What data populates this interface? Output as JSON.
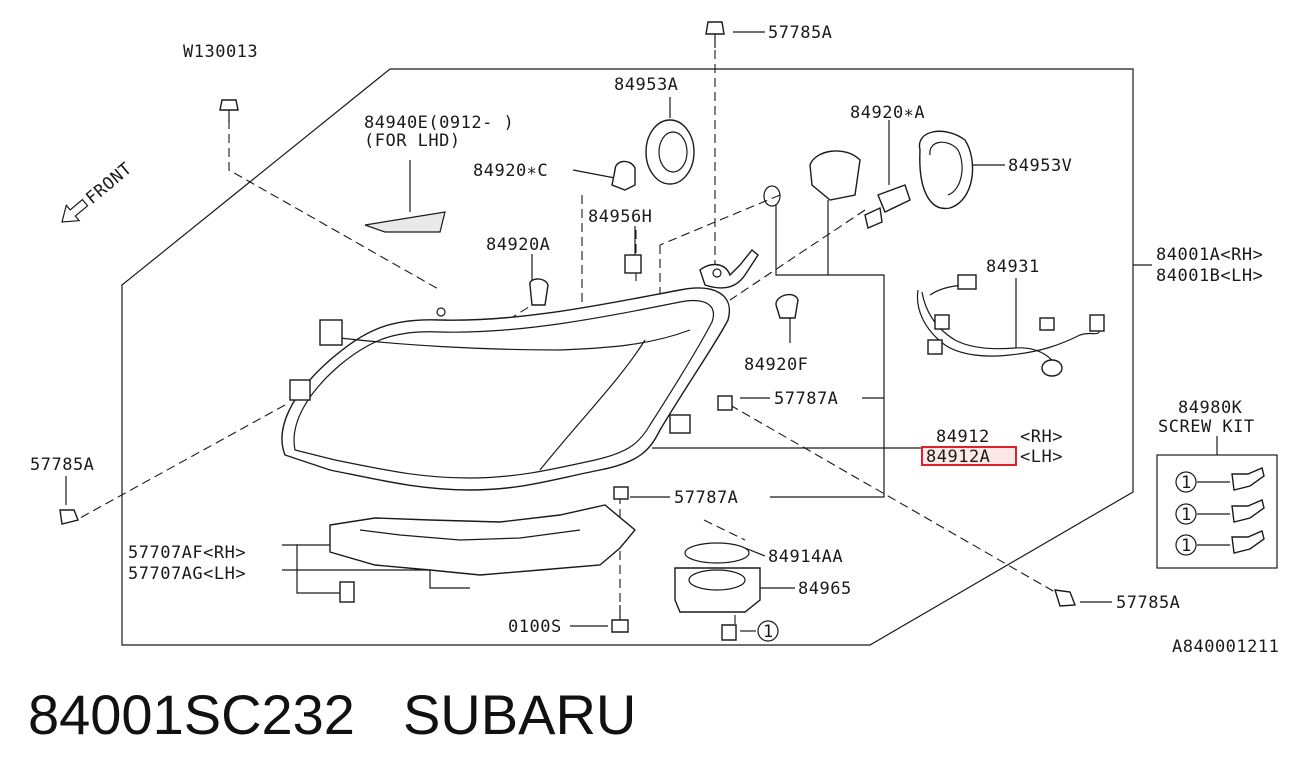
{
  "labels": {
    "w130013": "W130013",
    "c57785a_top": "57785A",
    "c84953a": "84953A",
    "c84940e_1": "84940E(0912- )",
    "c84940e_2": "(FOR LHD)",
    "c84920c": "84920∗C",
    "c84920sa": "84920∗A",
    "c84953v": "84953V",
    "c84956h": "84956H",
    "c84920a": "84920A",
    "c84001a": "84001A<RH>",
    "c84001b": "84001B<LH>",
    "c84931": "84931",
    "c84920f": "84920F",
    "c57785a_left": "57785A",
    "c57787a_1": "57787A",
    "c84912_rh_num": "84912",
    "c84912_rh_tag": "<RH>",
    "c84912a_lh_num": "84912A",
    "c84912a_lh_tag": "<LH>",
    "c84980k": "84980K",
    "screw_kit": "SCREW KIT",
    "c57787a_2": "57787A",
    "c57707af": "57707AF<RH>",
    "c57707ag": "57707AG<LH>",
    "c84914aa": "84914AA",
    "c84965": "84965",
    "c57785a_right": "57785A",
    "c0100s": "0100S",
    "front": "FRONT",
    "ref_num": "A840001211",
    "circle_1": "1"
  },
  "footer": {
    "part_number": "84001SC232",
    "brand": "SUBARU"
  },
  "highlight_color": "#e0202a"
}
